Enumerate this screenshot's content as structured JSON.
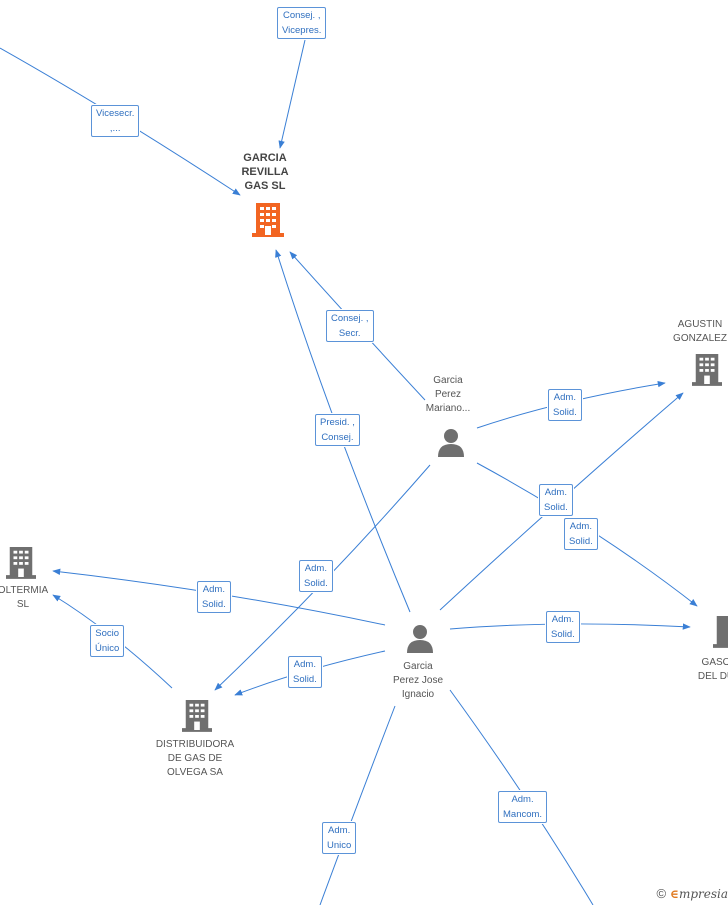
{
  "nodes": {
    "garcia_revilla": {
      "label_lines": [
        "GARCIA",
        "REVILLA",
        "GAS SL"
      ],
      "type": "company",
      "highlight": true
    },
    "agustin": {
      "label_lines": [
        "AGUSTIN",
        "GONZALEZ"
      ],
      "type": "company"
    },
    "mariano": {
      "label_lines": [
        "Garcia",
        "Perez",
        "Mariano..."
      ],
      "type": "person"
    },
    "jose_ignacio": {
      "label_lines": [
        "Garcia",
        "Perez Jose",
        "Ignacio"
      ],
      "type": "person"
    },
    "oltermia": {
      "label_lines": [
        "OLTERMIA",
        "SL"
      ],
      "type": "company"
    },
    "distribuidora": {
      "label_lines": [
        "DISTRIBUIDORA",
        "DE GAS DE",
        "OLVEGA SA"
      ],
      "type": "company"
    },
    "gaso": {
      "label_lines": [
        "GASO",
        "DEL DU"
      ],
      "type": "company"
    }
  },
  "edge_labels": {
    "consej_vicepres": [
      "Consej. ,",
      "Vicepres."
    ],
    "vicesecr": [
      "Vicesecr.",
      ",..."
    ],
    "consej_secr": [
      "Consej. ,",
      "Secr."
    ],
    "presid_consej": [
      "Presid. ,",
      "Consej."
    ],
    "adm_solid_mariano_agustin": [
      "Adm.",
      "Solid."
    ],
    "adm_solid_jose_agustin": [
      "Adm.",
      "Solid."
    ],
    "adm_solid_mariano_gaso": [
      "Adm.",
      "Solid."
    ],
    "adm_solid_mariano_distrib": [
      "Adm.",
      "Solid."
    ],
    "adm_solid_jose_oltermia": [
      "Adm.",
      "Solid."
    ],
    "socio_unico": [
      "Socio",
      "Único"
    ],
    "adm_solid_jose_distrib": [
      "Adm.",
      "Solid."
    ],
    "adm_solid_jose_gaso": [
      "Adm.",
      "Solid."
    ],
    "adm_mancom": [
      "Adm.",
      "Mancom."
    ],
    "adm_unico": [
      "Adm.",
      "Unico"
    ]
  },
  "colors": {
    "edge": "#3a7fd5",
    "company_icon": "#6f6f6f",
    "highlight_icon": "#f26522",
    "person_icon": "#6f6f6f"
  },
  "brand": {
    "copyright": "©",
    "e": "∈",
    "name": "mpresia"
  }
}
